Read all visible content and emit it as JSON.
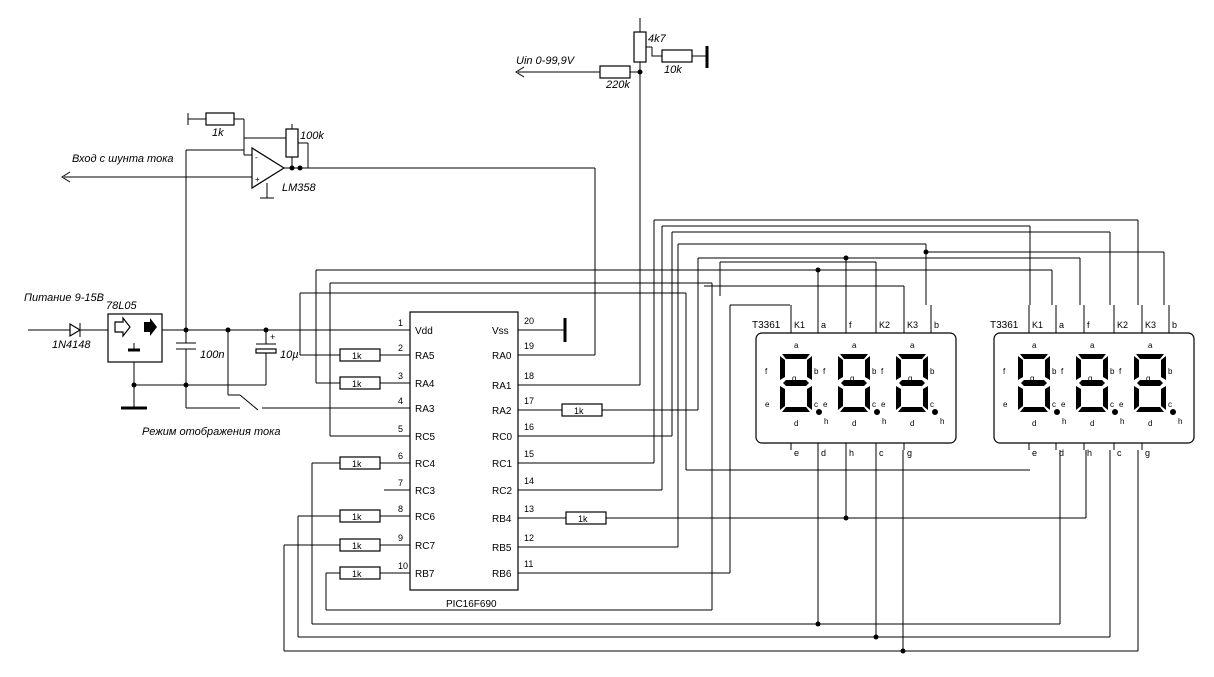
{
  "labels": {
    "uin": "Uin 0-99,9V",
    "shunt_input": "Вход с шунта тока",
    "power": "Питание 9-15В",
    "current_mode": "Режим отображения тока",
    "opamp": "LM358",
    "regulator": "78L05",
    "diode": "1N4148",
    "mcu": "PIC16F690"
  },
  "resistors": {
    "r_4k7": "4k7",
    "r_10k": "10k",
    "r_220k": "220k",
    "r_1k_opamp": "1k",
    "r_100k": "100k",
    "r_ra5": "1k",
    "r_ra4": "1k",
    "r_rc4": "1k",
    "r_rc6": "1k",
    "r_rc7": "1k",
    "r_rb7": "1k",
    "r_ra2": "1k",
    "r_rb4": "1k"
  },
  "capacitors": {
    "c1": "100n",
    "c2": "10µ",
    "c2_polarity": "+"
  },
  "mcu_left_pins": [
    {
      "num": "1",
      "name": "Vdd"
    },
    {
      "num": "2",
      "name": "RA5"
    },
    {
      "num": "3",
      "name": "RA4"
    },
    {
      "num": "4",
      "name": "RA3"
    },
    {
      "num": "5",
      "name": "RC5"
    },
    {
      "num": "6",
      "name": "RC4"
    },
    {
      "num": "7",
      "name": "RC3"
    },
    {
      "num": "8",
      "name": "RC6"
    },
    {
      "num": "9",
      "name": "RC7"
    },
    {
      "num": "10",
      "name": "RB7"
    }
  ],
  "mcu_right_pins": [
    {
      "num": "20",
      "name": "Vss"
    },
    {
      "num": "19",
      "name": "RA0"
    },
    {
      "num": "18",
      "name": "RA1"
    },
    {
      "num": "17",
      "name": "RA2"
    },
    {
      "num": "16",
      "name": "RC0"
    },
    {
      "num": "15",
      "name": "RC1"
    },
    {
      "num": "14",
      "name": "RC2"
    },
    {
      "num": "13",
      "name": "RB4"
    },
    {
      "num": "12",
      "name": "RB5"
    },
    {
      "num": "11",
      "name": "RB6"
    }
  ],
  "displays": [
    {
      "name": "T3361",
      "top_pins": [
        "K1",
        "a",
        "f",
        "K2",
        "K3",
        "b"
      ],
      "bottom_pins": [
        "e",
        "d",
        "h",
        "c",
        "g"
      ]
    },
    {
      "name": "T3361",
      "top_pins": [
        "K1",
        "a",
        "f",
        "K2",
        "K3",
        "b"
      ],
      "bottom_pins": [
        "e",
        "d",
        "h",
        "c",
        "g"
      ]
    }
  ],
  "segment_letters": {
    "a": "a",
    "b": "b",
    "c": "c",
    "d": "d",
    "e": "e",
    "f": "f",
    "g": "g",
    "h": "h"
  },
  "colors": {
    "ink": "#000000",
    "paper": "#ffffff"
  }
}
